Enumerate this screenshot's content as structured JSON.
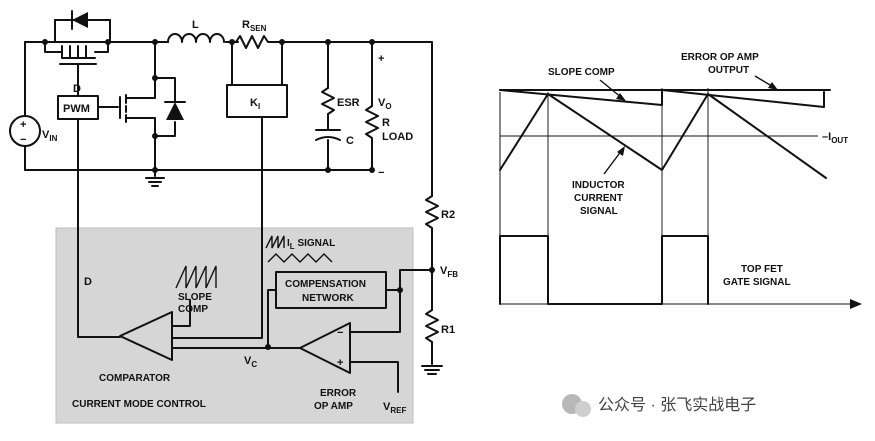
{
  "circuit": {
    "inductor": "L",
    "rsense": "R",
    "rsense_sub": "SEN",
    "ki": "K",
    "ki_sub": "I",
    "esr": "ESR",
    "cap": "C",
    "vo": "V",
    "vo_sub": "O",
    "rload_r": "R",
    "rload_load": "LOAD",
    "plus": "+",
    "minus": "−",
    "diode_d": "D",
    "pwm": "PWM",
    "vin": "V",
    "vin_sub": "IN",
    "r2": "R2",
    "r1": "R1",
    "vfb": "V",
    "vfb_sub": "FB",
    "il_signal_pre": "I",
    "il_signal_sub": "L",
    "il_signal_post": " SIGNAL",
    "comp_network_1": "COMPENSATION",
    "comp_network_2": "NETWORK",
    "slope_comp_1": "SLOPE",
    "slope_comp_2": "COMP",
    "d_label": "D",
    "vc": "V",
    "vc_sub": "C",
    "comparator": "COMPARATOR",
    "cmc": "CURRENT MODE CONTROL",
    "erramp_1": "ERROR",
    "erramp_2": "OP AMP",
    "vref": "V",
    "vref_sub": "REF",
    "op_plus": "+",
    "op_minus": "−"
  },
  "waveform": {
    "error_amp_1": "ERROR OP AMP",
    "error_amp_2": "OUTPUT",
    "slope_comp": "SLOPE COMP",
    "iout": "–I",
    "iout_sub": "OUT",
    "inductor_1": "INDUCTOR",
    "inductor_2": "CURRENT",
    "inductor_3": "SIGNAL",
    "topfet_1": "TOP FET",
    "topfet_2": "GATE SIGNAL"
  },
  "watermark": {
    "text": "公众号 · 张飞实战电子"
  }
}
